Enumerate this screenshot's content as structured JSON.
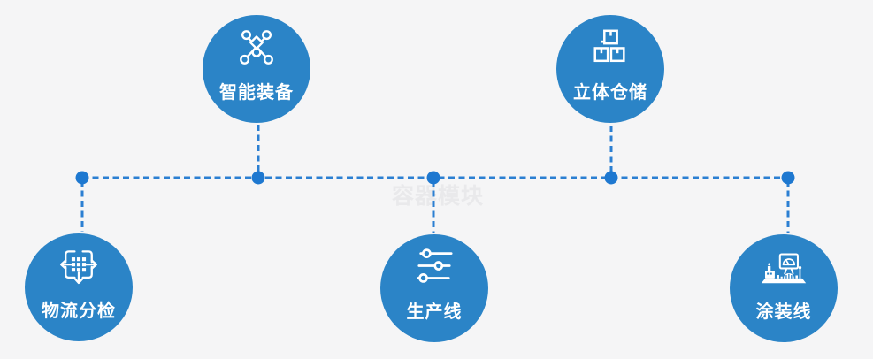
{
  "watermark": {
    "text": "容器模块"
  },
  "colors": {
    "background": "#f5f5f6",
    "node_circle": "#2b84c7",
    "connector": "#2b7fd2",
    "junction_dot": "#1e78d0",
    "label_text": "#ffffff",
    "watermark_text": "#e9e9eb"
  },
  "nodes": [
    {
      "id": "smart-equipment",
      "label": "智能装备",
      "icon": "network-nodes-icon"
    },
    {
      "id": "stereo-warehouse",
      "label": "立体仓储",
      "icon": "stacked-boxes-icon"
    },
    {
      "id": "logistics-sorting",
      "label": "物流分检",
      "icon": "sorting-crosshair-icon"
    },
    {
      "id": "production-line",
      "label": "生产线",
      "icon": "sliders-icon"
    },
    {
      "id": "painting-line",
      "label": "涂装线",
      "icon": "painting-machine-icon"
    }
  ]
}
